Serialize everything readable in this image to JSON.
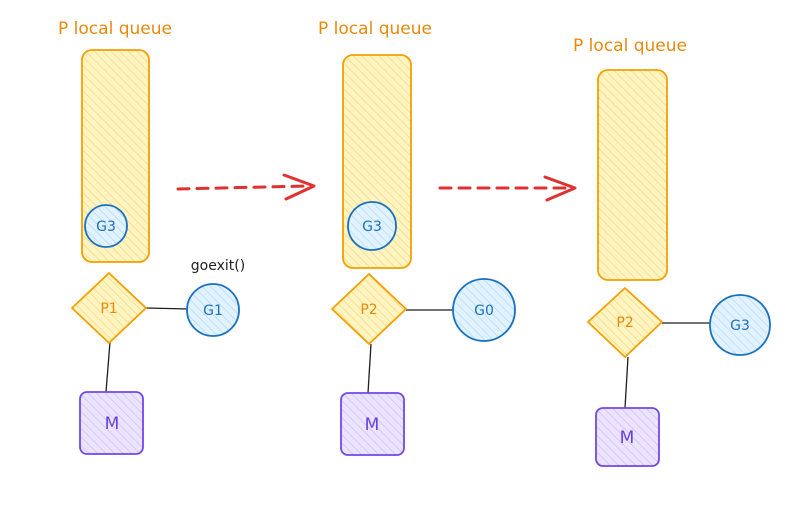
{
  "colors": {
    "queue_stroke": "#f59f00",
    "queue_fill": "#ffec99",
    "g_stroke": "#1971c2",
    "g_fill": "#a5d8ff",
    "m_stroke": "#7048e8",
    "m_fill": "#d0bfff",
    "arrow": "#e03131",
    "line": "#1e1e1e"
  },
  "panels": [
    {
      "title": "P local queue",
      "queue_item": "G3",
      "p": "P1",
      "g": "G1",
      "m": "M",
      "note": "goexit()"
    },
    {
      "title": "P local queue",
      "queue_item": "G3",
      "p": "P2",
      "g": "G0",
      "m": "M"
    },
    {
      "title": "P local queue",
      "queue_item": "",
      "p": "P2",
      "g": "G3",
      "m": "M"
    }
  ]
}
